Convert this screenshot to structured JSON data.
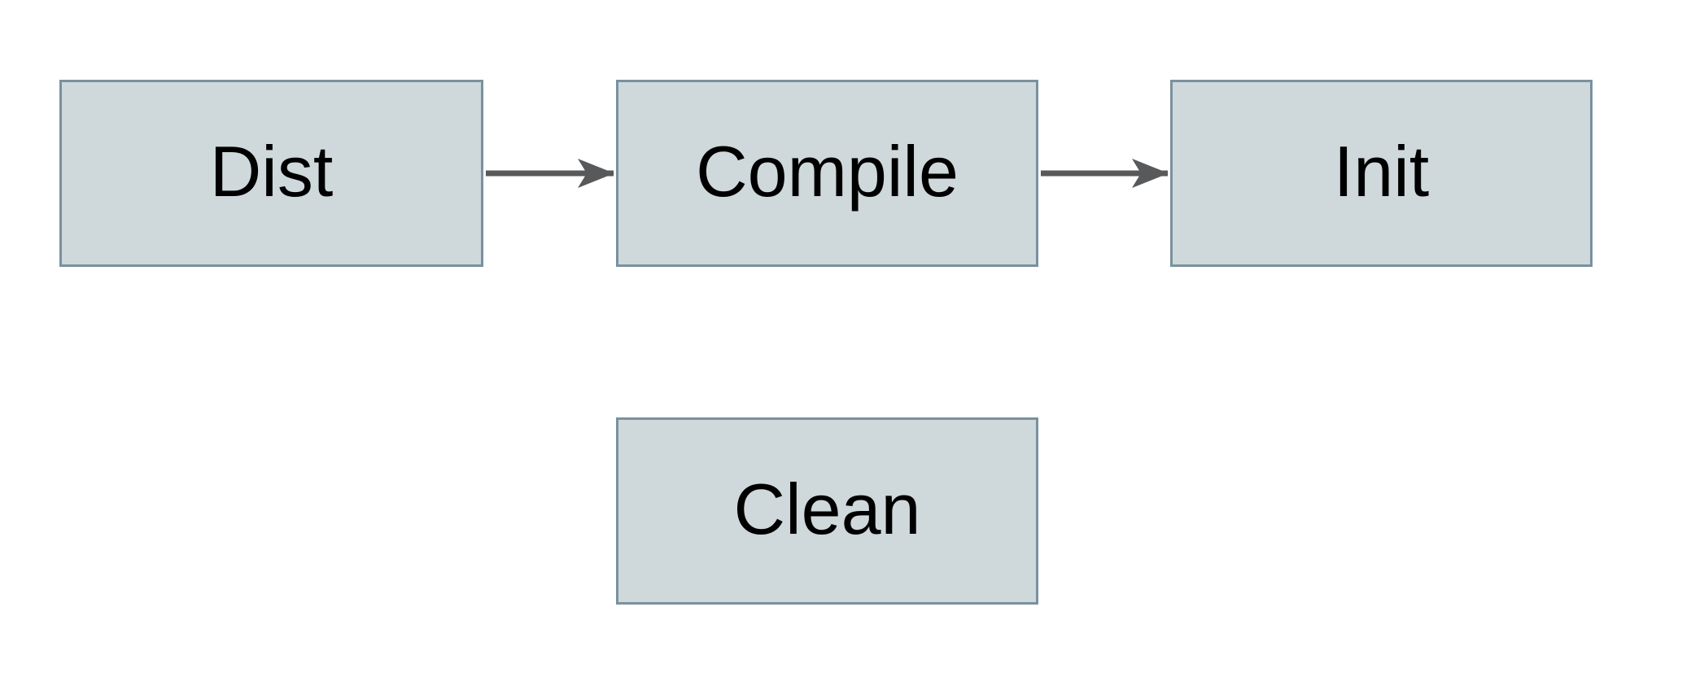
{
  "diagram": {
    "title": "build-targets-flow",
    "nodes": [
      {
        "id": "dist",
        "label": "Dist"
      },
      {
        "id": "compile",
        "label": "Compile"
      },
      {
        "id": "init",
        "label": "Init"
      },
      {
        "id": "clean",
        "label": "Clean"
      }
    ],
    "edges": [
      {
        "from": "Dist",
        "to": "Compile",
        "direction": "right"
      },
      {
        "from": "Compile",
        "to": "Init",
        "direction": "right"
      }
    ],
    "colors": {
      "background": "#ffffff",
      "node_fill": "#cfd8db",
      "node_border": "#7a919e",
      "label_text": "#000000",
      "arrow": "#58595b"
    }
  }
}
